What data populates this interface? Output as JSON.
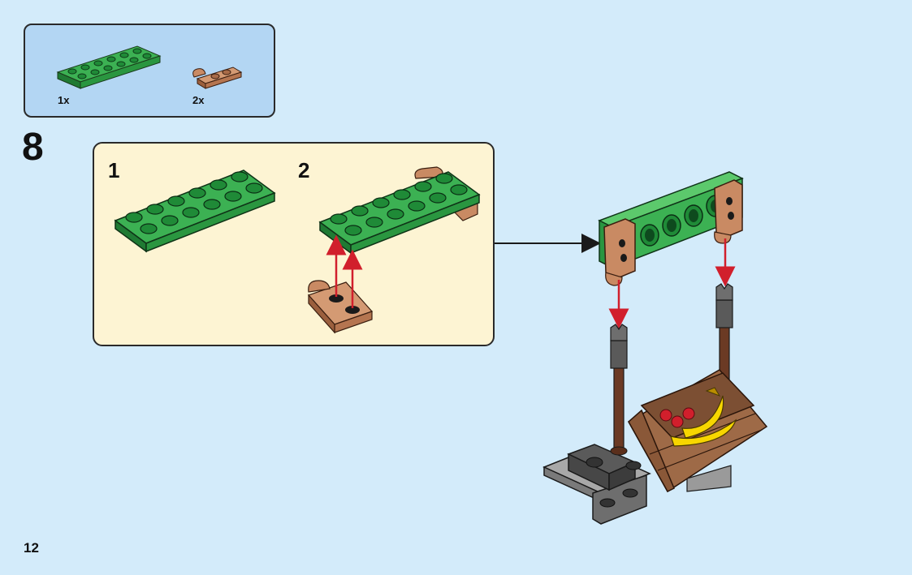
{
  "parts_list": {
    "items": [
      {
        "part": "green-plate-2x6",
        "quantity": "1x"
      },
      {
        "part": "brown-hinge-plate",
        "quantity": "2x"
      }
    ]
  },
  "step": {
    "number": "8",
    "substeps": [
      {
        "label": "1"
      },
      {
        "label": "2"
      }
    ]
  },
  "page": {
    "number": "12"
  },
  "colors": {
    "background": "#d3ebfa",
    "parts_box": "#b3d6f3",
    "substep_box": "#fdf4d3",
    "green_brick": "#2fa346",
    "brown_brick": "#c98a63",
    "arrow_red": "#d11f2c"
  }
}
